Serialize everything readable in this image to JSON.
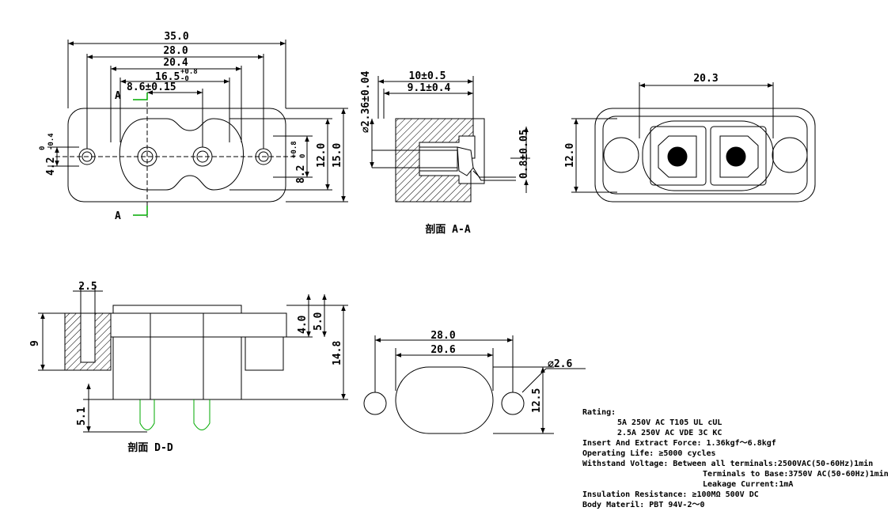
{
  "top_view": {
    "dims": {
      "d350": "35.0",
      "d280": "28.0",
      "d204": "20.4",
      "d165_val": "16.5",
      "d165_tol_up": "+0.8",
      "d165_tol_dn": "-0",
      "d86": "8.6±0.15",
      "d42_val": "4.2",
      "d42_tol_up": "0",
      "d42_tol_dn": "-0.4",
      "d82_val": "8.2",
      "d82_tol_up": "+0.8",
      "d82_tol_dn": "0",
      "d120": "12.0",
      "d150": "15.0"
    },
    "section_mark": "A"
  },
  "section_aa": {
    "caption": "剖面 A-A",
    "dims": {
      "dia": "∅2.36±0.04",
      "d10": "10±0.5",
      "d91": "9.1±0.4",
      "d08": "0.8±0.05"
    }
  },
  "front_view": {
    "dims": {
      "d203": "20.3",
      "d120": "12.0"
    }
  },
  "section_dd": {
    "caption": "剖面 D-D",
    "dims": {
      "d25": "2.5",
      "d9": "9",
      "d40": "4.0",
      "d50": "5.0",
      "d148": "14.8",
      "d51": "5.1"
    }
  },
  "cutout": {
    "dims": {
      "d280": "28.0",
      "d206": "20.6",
      "dia": "∅2.6",
      "d125": "12.5"
    }
  },
  "specs": [
    "Rating:",
    "5A 250V AC T105 UL cUL",
    "2.5A 250V AC VDE 3C KC",
    "Insert And Extract Force:  1.36kgf～6.8kgf",
    "Operating Life:   ≥5000 cycles",
    "Withstand Voltage: Between all terminals:2500VAC(50-60Hz)1min",
    "Terminals to Base:3750V AC(50-60Hz)1min",
    "Leakage Current:1mA",
    "Insulation Resistance: ≥100MΩ  500V DC",
    "Body Materil:   PBT   94V-2～0"
  ]
}
